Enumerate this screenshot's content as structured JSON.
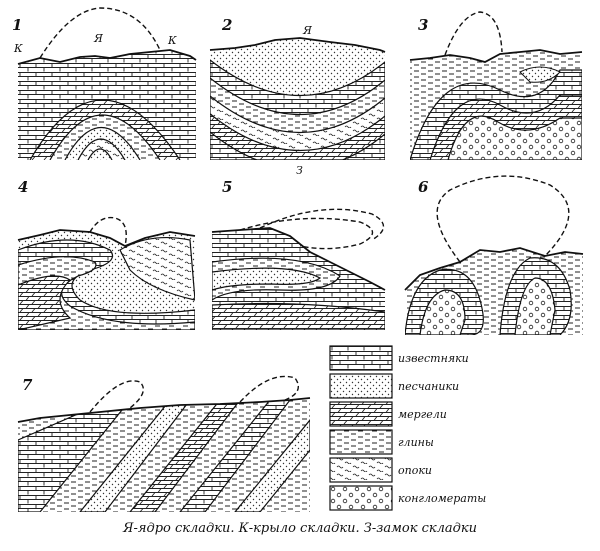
{
  "panels": [
    {
      "number": "1",
      "labels": [
        "К",
        "Я",
        "К"
      ]
    },
    {
      "number": "2",
      "labels": [
        "Я",
        "З"
      ]
    },
    {
      "number": "3",
      "labels": []
    },
    {
      "number": "4",
      "labels": []
    },
    {
      "number": "5",
      "labels": []
    },
    {
      "number": "6",
      "labels": []
    },
    {
      "number": "7",
      "labels": []
    }
  ],
  "legend": [
    {
      "label": "известняки",
      "pattern": "limestone"
    },
    {
      "label": "песчаники",
      "pattern": "sandstone"
    },
    {
      "label": "мергели",
      "pattern": "marl"
    },
    {
      "label": "глины",
      "pattern": "clay"
    },
    {
      "label": "опоки",
      "pattern": "opoka"
    },
    {
      "label": "конгломераты",
      "pattern": "conglomerate"
    }
  ],
  "caption": "Я-ядро складки. К-крыло складки. З-замок складки"
}
